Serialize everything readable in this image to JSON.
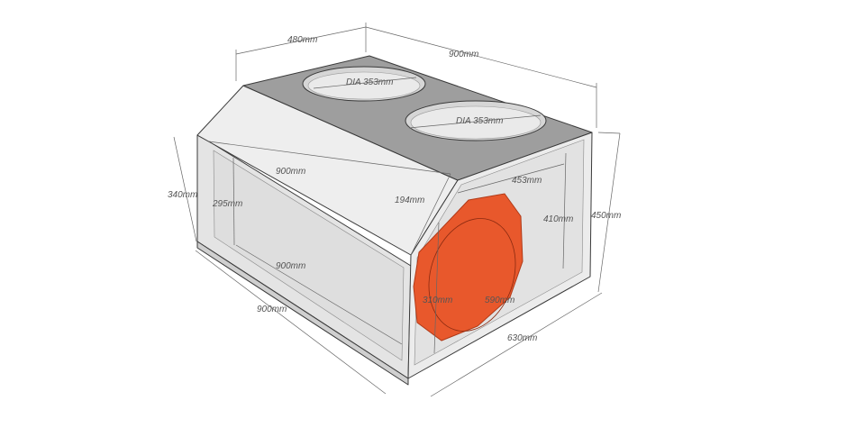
{
  "colors": {
    "background": "#ffffff",
    "top_face": "#9e9e9e",
    "panel": "#e6e6e6",
    "panel_light": "#efefef",
    "panel_dark": "#d0d0d0",
    "cutout_ring": "#c8c8c8",
    "port_fill": "#e8582c",
    "port_edge": "#b03a18",
    "dimension_text": "#555555"
  },
  "dimensions": {
    "top_depth": "480mm",
    "top_width": "900mm",
    "hole_left": "DIA 353mm",
    "hole_right": "DIA 353mm",
    "bevel_length": "900mm",
    "bevel_depth": "194mm",
    "left_height": "340mm",
    "inner_height": "295mm",
    "inner_length": "900mm",
    "bottom_length": "900mm",
    "right_height": "450mm",
    "end_width": "453mm",
    "end_height": "410mm",
    "port_depth": "310mm",
    "port_width": "590mm",
    "bottom_width": "630mm"
  }
}
